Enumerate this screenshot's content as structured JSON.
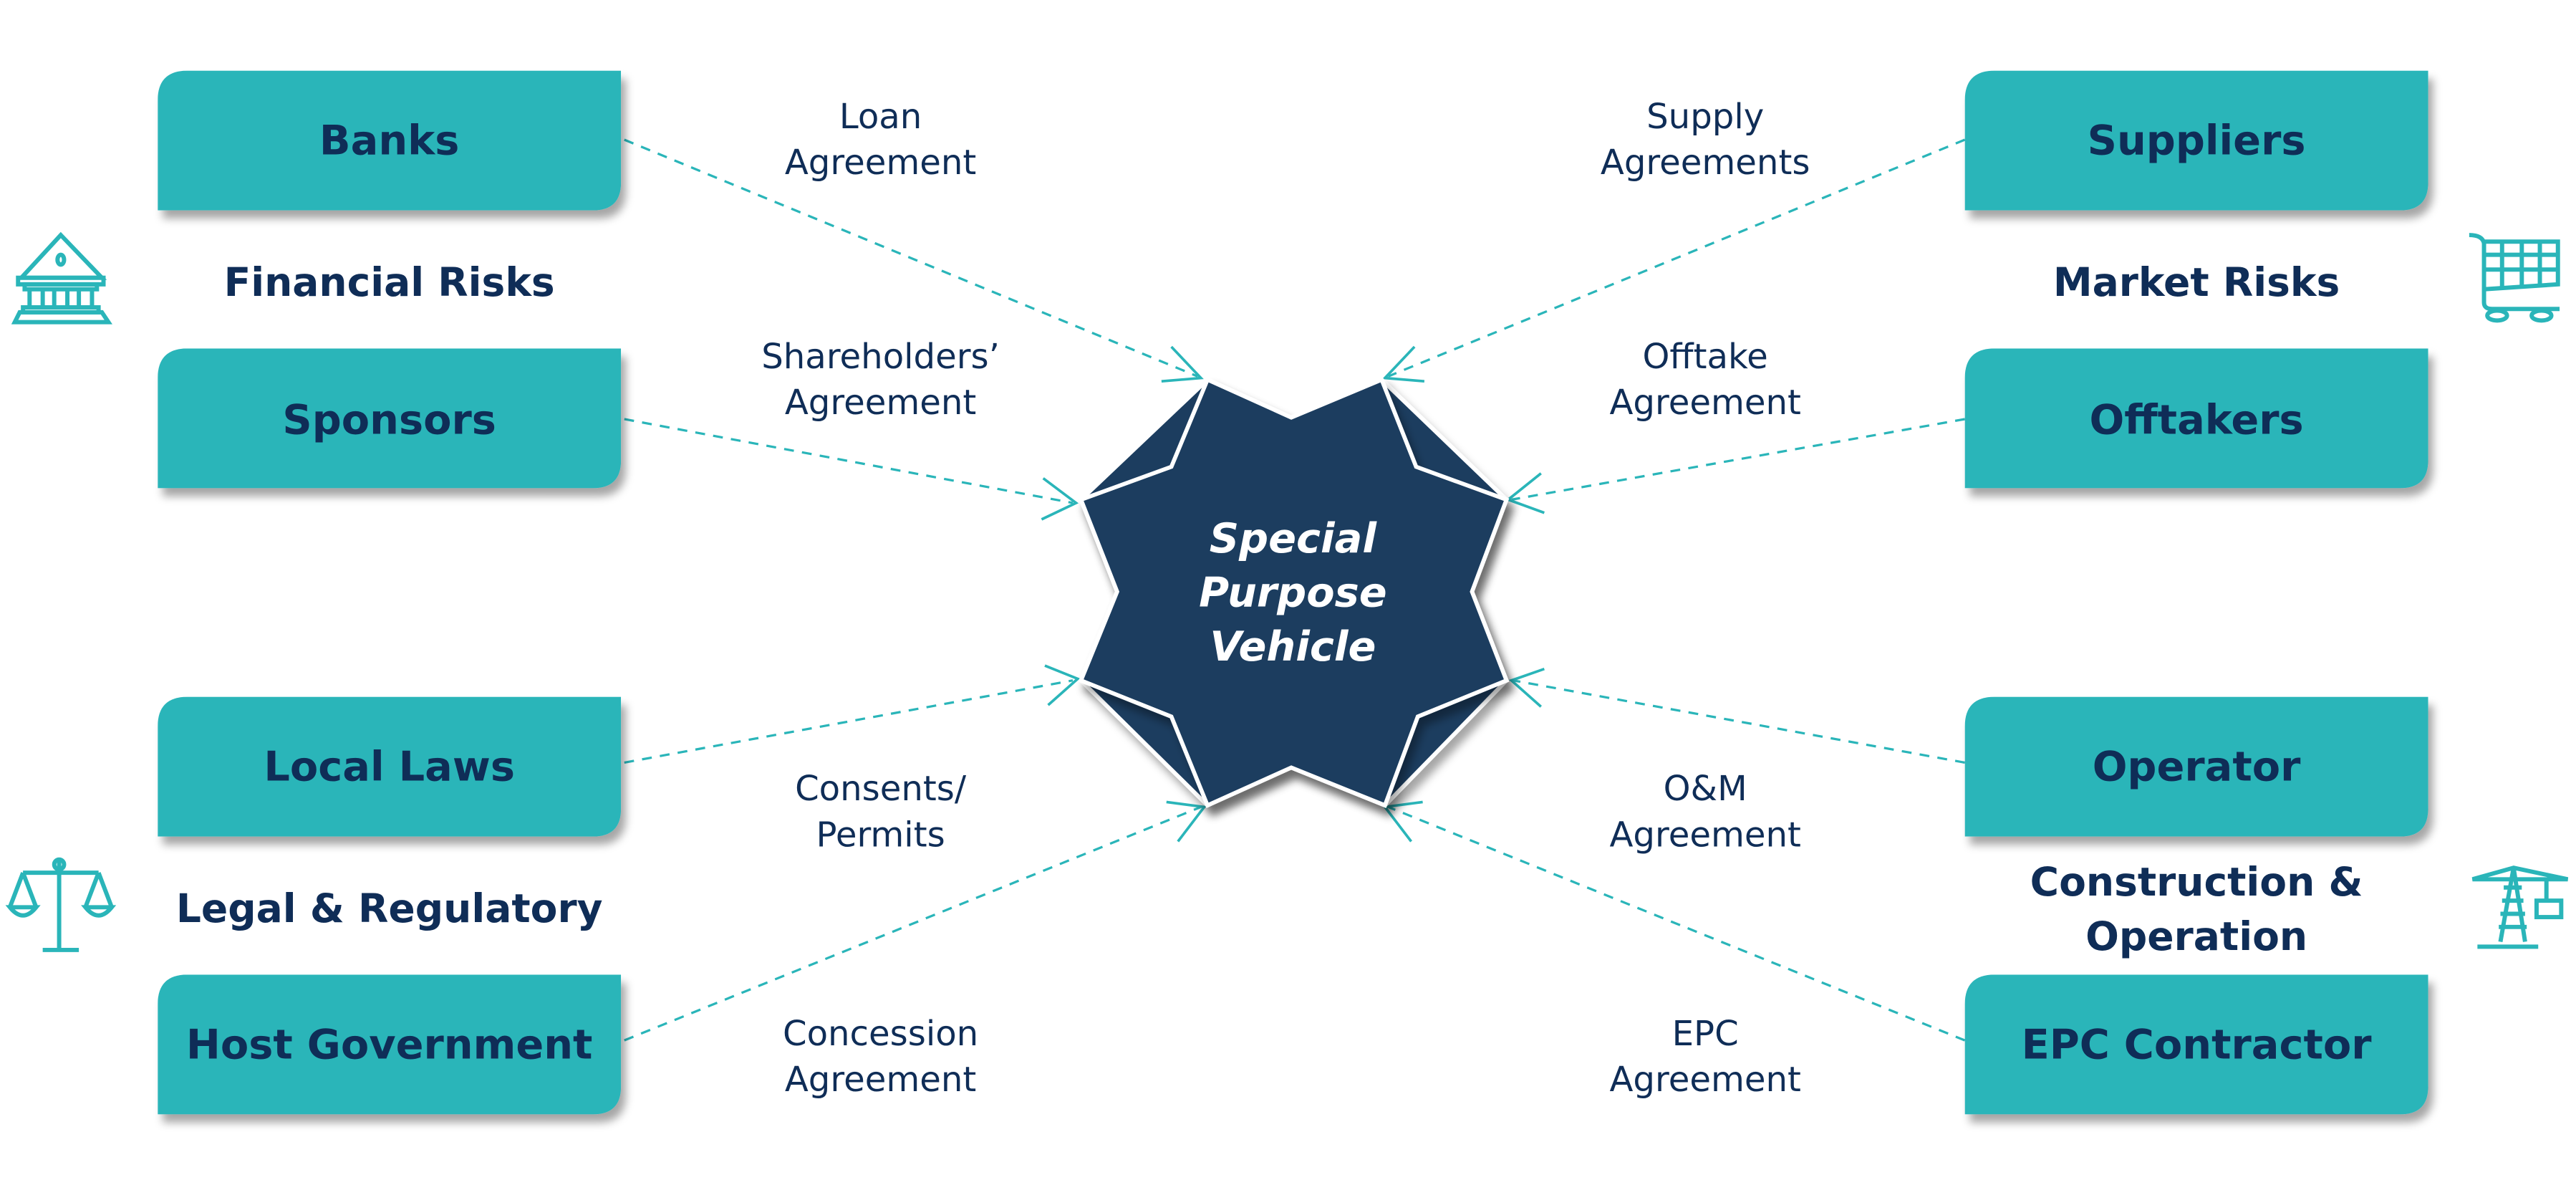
{
  "center": {
    "line1": "Special",
    "line2": "Purpose",
    "line3": "Vehicle"
  },
  "parties": {
    "banks": "Banks",
    "sponsors": "Sponsors",
    "local_laws": "Local Laws",
    "host_government": "Host Government",
    "suppliers": "Suppliers",
    "offtakers": "Offtakers",
    "operator": "Operator",
    "epc_contractor": "EPC Contractor"
  },
  "categories": {
    "financial": "Financial Risks",
    "legal": "Legal & Regulatory",
    "market": "Market Risks",
    "construction_line1": "Construction &",
    "construction_line2": "Operation"
  },
  "agreements": {
    "loan": [
      "Loan",
      "Agreement"
    ],
    "shareholders": [
      "Shareholders’",
      "Agreement"
    ],
    "consents": [
      "Consents/",
      "Permits"
    ],
    "concession": [
      "Concession",
      "Agreement"
    ],
    "supply": [
      "Supply",
      "Agreements"
    ],
    "offtake": [
      "Offtake",
      "Agreement"
    ],
    "om": [
      "O&M",
      "Agreement"
    ],
    "epc": [
      "EPC",
      "Agreement"
    ]
  },
  "icons": [
    "bank-icon",
    "scales-icon",
    "shopping-cart-icon",
    "crane-icon"
  ],
  "colors": {
    "teal": "#2ab5b9",
    "navy": "#0f2d57",
    "star": "#1b3d5e"
  }
}
